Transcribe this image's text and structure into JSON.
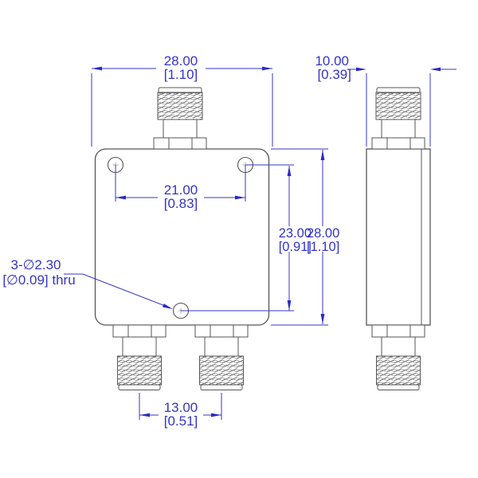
{
  "drawing_type": "dimensioned outline drawing, 2-port-bottom / 1-port-top RF divider with SMA connectors",
  "colors": {
    "dimension_blue": "#3434c9",
    "geometry_gray": "#565656",
    "background": "#ffffff"
  },
  "dimensions": {
    "body_width": {
      "metric": "28.00",
      "imperial": "[1.10]"
    },
    "depth": {
      "metric": "10.00",
      "imperial": "[0.39]"
    },
    "mount_hole_spacing_horizontal": {
      "metric": "21.00",
      "imperial": "[0.83]"
    },
    "mount_hole_spacing_vertical": {
      "metric": "23.00",
      "imperial": "[0.91]"
    },
    "body_height": {
      "metric": "28.00",
      "imperial": "[1.10]"
    },
    "output_port_spacing": {
      "metric": "13.00",
      "imperial": "[0.51]"
    },
    "mount_hole_callout": {
      "line1": "3-∅2.30",
      "line2": "[∅0.09] thru"
    }
  }
}
